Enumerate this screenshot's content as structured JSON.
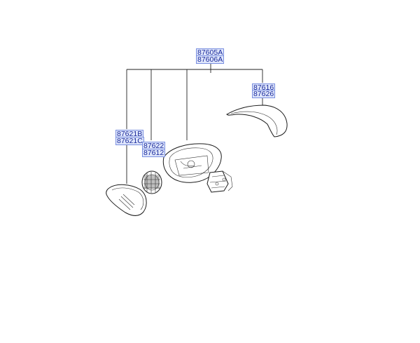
{
  "labels": {
    "housing": "87605A",
    "housing_alt": "87606A",
    "cover": "87616",
    "cover_alt": "87626",
    "glass": "87621B",
    "glass_alt": "87621C",
    "actuator": "87622",
    "actuator_alt": "87612"
  }
}
